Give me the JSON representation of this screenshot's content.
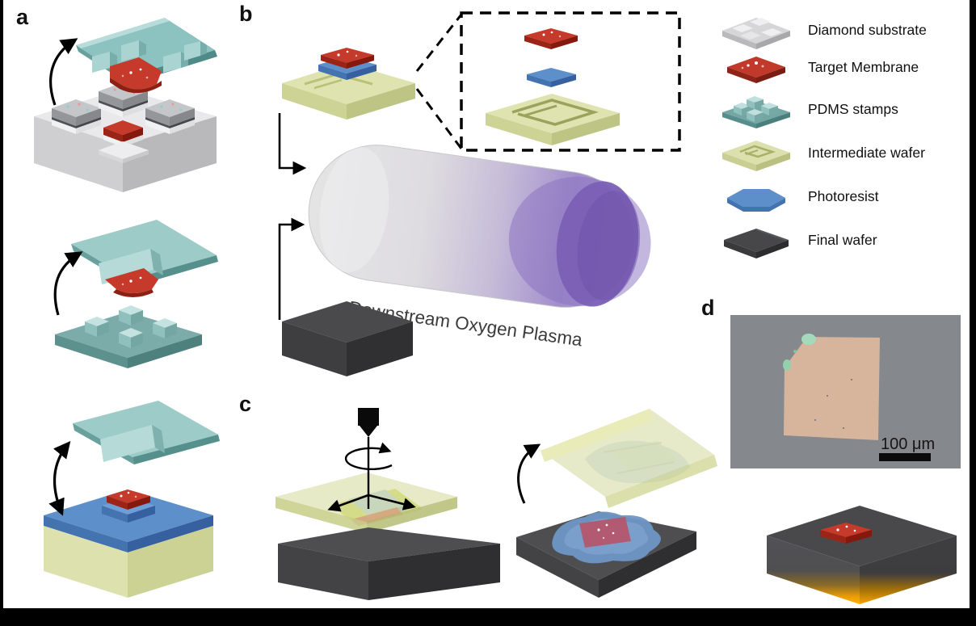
{
  "figure": {
    "panel_labels": {
      "a": "a",
      "b": "b",
      "c": "c",
      "d": "d"
    },
    "panel_b": {
      "plasma_label": "Downstream Oxygen Plasma"
    },
    "panel_d": {
      "scale_bar_label": "100 μm"
    },
    "legend": {
      "items": [
        {
          "id": "diamond-substrate",
          "label": "Diamond substrate",
          "color": "#d6d6d8"
        },
        {
          "id": "target-membrane",
          "label": "Target Membrane",
          "color": "#c0392b"
        },
        {
          "id": "pdms-stamps",
          "label": "PDMS stamps",
          "color": "#8fc4c1"
        },
        {
          "id": "intermediate-wafer",
          "label": "Intermediate wafer",
          "color": "#dce0ad"
        },
        {
          "id": "photoresist",
          "label": "Photoresist",
          "color": "#5d90ca"
        },
        {
          "id": "final-wafer",
          "label": "Final wafer",
          "color": "#474749"
        }
      ]
    },
    "colors": {
      "membrane_red": "#c63a2b",
      "pdms_teal": "#9ccbc8",
      "wafer_yellow": "#dce0ad",
      "photoresist_blue": "#5d90ca",
      "final_dark": "#474749",
      "plasma_purple": "#7a5eb5",
      "tube_gray": "#d9d9db",
      "heat_glow_orange": "#f5a100",
      "micrograph_bg": "#85898d",
      "micrograph_membrane_tan": "#d7b49c",
      "micrograph_green": "#a3dabb"
    }
  }
}
